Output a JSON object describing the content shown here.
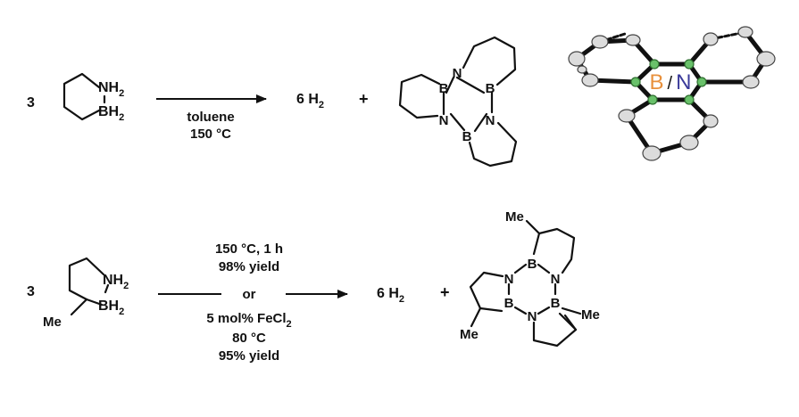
{
  "reaction1": {
    "coefficient": "3",
    "reactant": {
      "nh2": "NH",
      "nh2_sub": "2",
      "bh2": "BH",
      "bh2_sub": "2"
    },
    "conditions": {
      "solvent": "toluene",
      "temperature": "150 °C"
    },
    "product_h2": {
      "coef_label": "6 H",
      "sub": "2"
    },
    "plus": "+",
    "product_atoms": {
      "B": "B",
      "N": "N"
    },
    "crystal_structure": {
      "b_label": "B",
      "slash": "/",
      "n_label": "N",
      "b_color": "#e8903c",
      "n_color": "#3a3a9a"
    }
  },
  "reaction2": {
    "coefficient": "3",
    "reactant": {
      "nh2": "NH",
      "nh2_sub": "2",
      "bh2": "BH",
      "bh2_sub": "2",
      "methyl": "Me"
    },
    "conditions_top": [
      "150 °C, 1 h",
      "98% yield"
    ],
    "or_label": "or",
    "conditions_bottom": {
      "catalyst": "5 mol% FeCl",
      "catalyst_sub": "2",
      "temperature": "80 °C",
      "yield": "95% yield"
    },
    "product_h2": {
      "coef_label": "6 H",
      "sub": "2"
    },
    "plus": "+",
    "product_atoms": {
      "B": "B",
      "N": "N",
      "methyl": "Me"
    }
  },
  "colors": {
    "ink": "#111111",
    "boron_atom": "#69c16a"
  }
}
